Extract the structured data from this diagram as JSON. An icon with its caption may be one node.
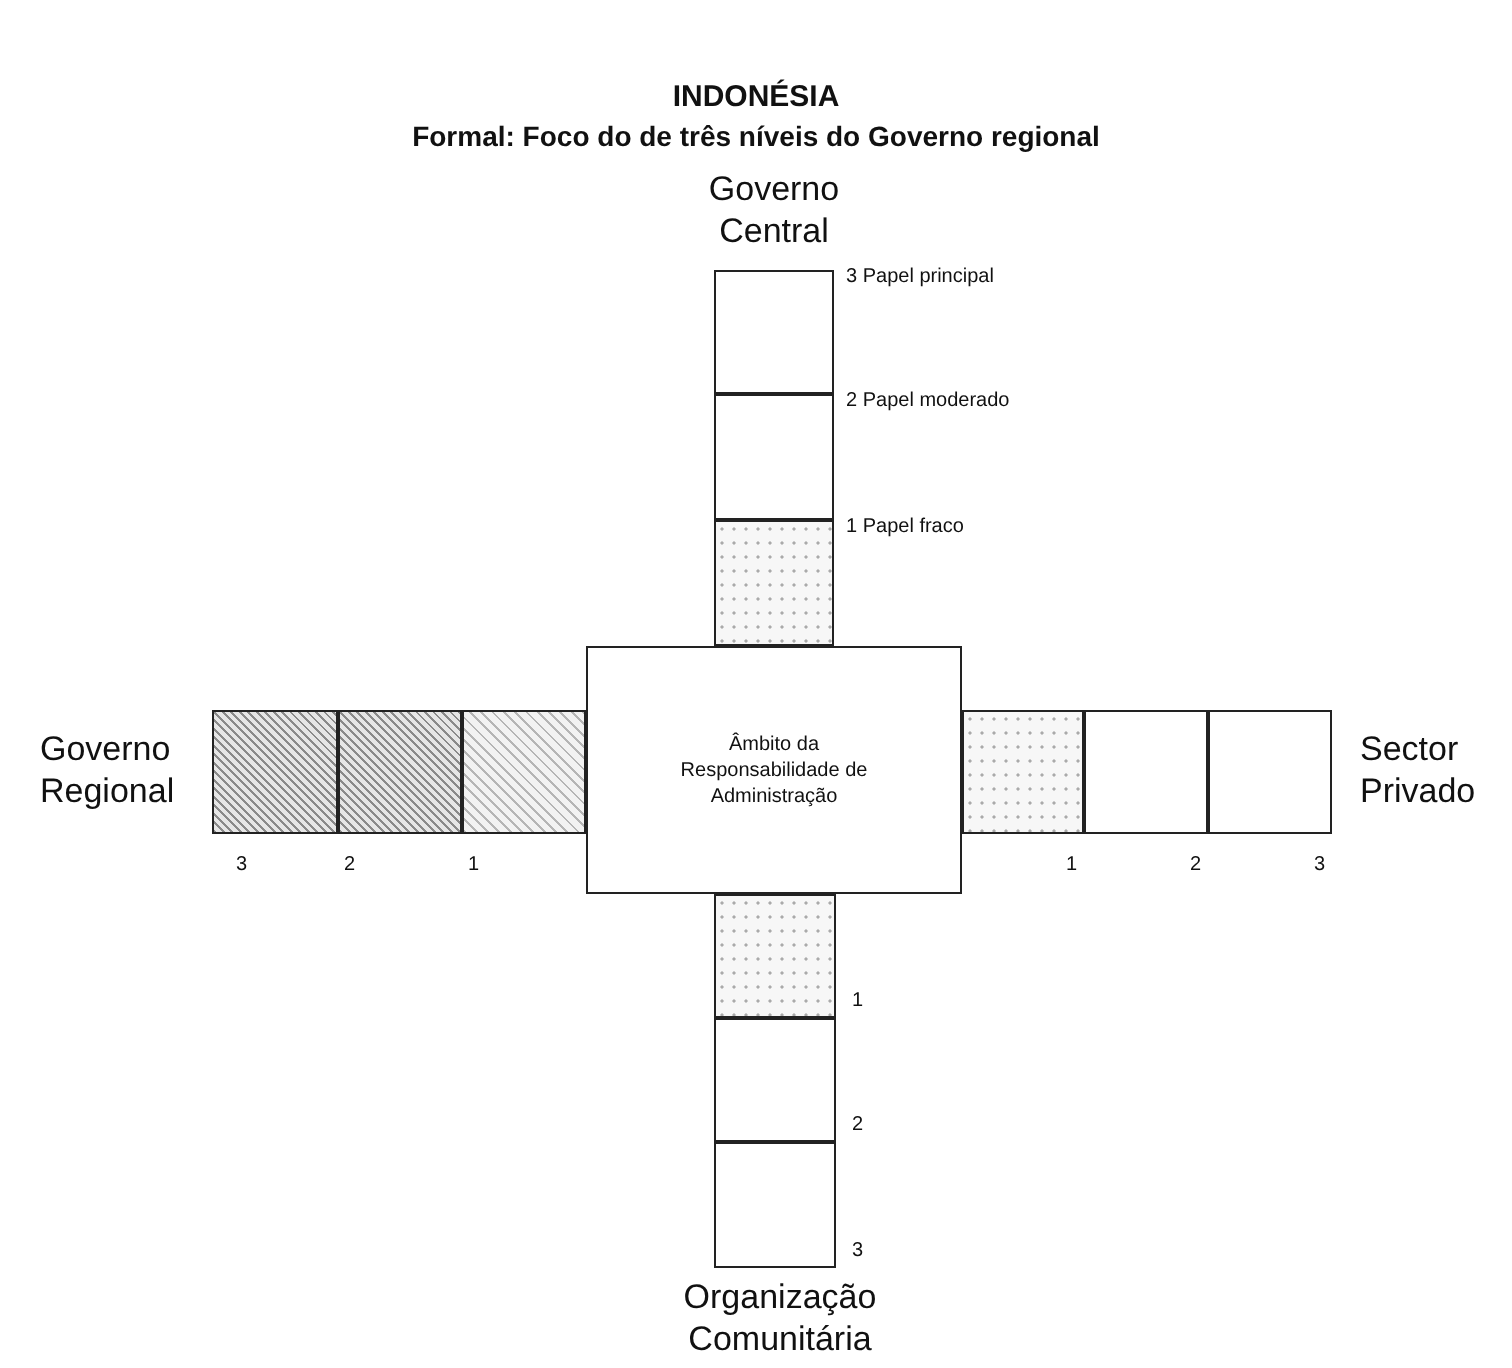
{
  "diagram": {
    "title": "INDONÉSIA",
    "nodes": [
      {
        "text": [],
        "shape": "box",
        "beside": [
          "3 Papel principal"
        ]
      },
      {
        "text": [],
        "shape": "box",
        "beside": [
          "2 Papel moderado"
        ]
      },
      {
        "text": [],
        "shape": "box",
        "beside": [
          "1 Papel fraco"
        ]
      },
      {
        "text": [],
        "shape": "box",
        "beside": [
          "3"
        ]
      },
      {
        "text": [],
        "shape": "box",
        "beside": [
          "2"
        ]
      },
      {
        "text": [],
        "shape": "box",
        "beside": [
          "1"
        ]
      },
      {
        "text": [
          "Âmbito da Responsabilidade de Administração"
        ]
      },
      {
        "text": [],
        "shape": "box",
        "beside": [
          "1"
        ]
      },
      {
        "text": [],
        "shape": "box",
        "beside": [
          "2"
        ]
      },
      {
        "text": [],
        "shape": "box",
        "beside": [
          "3"
        ]
      },
      {
        "text": [],
        "shape": "box",
        "beside": [
          "1"
        ]
      },
      {
        "text": [],
        "shape": "box",
        "beside": [
          "2"
        ]
      },
      {
        "text": [],
        "shape": "box",
        "beside": [
          "3"
        ]
      }
    ],
    "edges": [],
    "labels": [
      "Formal: Foco do de três níveis do Governo regional",
      "Governo Central",
      "Governo Regional",
      "Sector Privado",
      "Organização Comunitária"
    ]
  }
}
